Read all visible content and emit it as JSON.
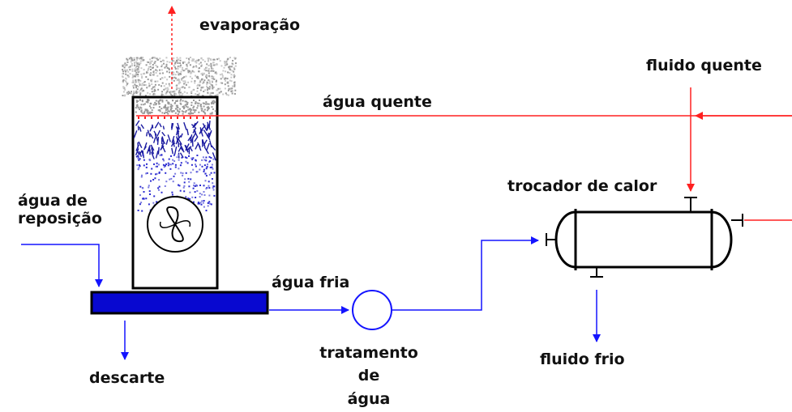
{
  "labels": {
    "evaporacao": "evaporação",
    "fluido_quente": "fluido quente",
    "agua_quente": "água quente",
    "trocador_de_calor": "trocador de calor",
    "agua_de": "água de",
    "reposicao": "reposição",
    "agua_fria": "água fria",
    "tratamento": "tratamento",
    "de": "de",
    "agua": "água",
    "fluido_frio": "fluido frio",
    "descarte": "descarte"
  },
  "colors": {
    "hot_line": "#ff2020",
    "cold_line": "#1414ff",
    "basin_fill": "#0808d0",
    "outline": "#000000",
    "text": "#111111"
  },
  "icons": {
    "fan": "fan-icon"
  }
}
